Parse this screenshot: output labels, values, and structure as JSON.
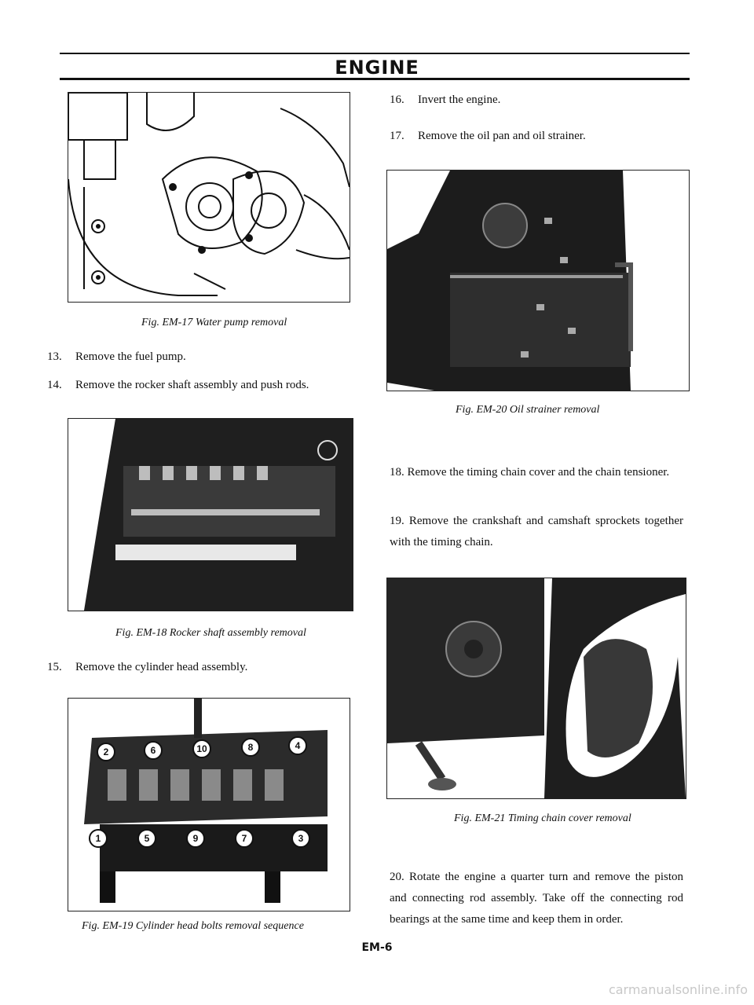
{
  "header": {
    "title": "ENGINE"
  },
  "figures": {
    "em17": {
      "caption": "Fig. EM-17 Water pump removal"
    },
    "em18": {
      "caption": "Fig. EM-18 Rocker shaft assembly removal"
    },
    "em19": {
      "caption": "Fig. EM-19 Cylinder head bolts removal sequence",
      "bolt_labels": [
        "2",
        "6",
        "10",
        "8",
        "4",
        "1",
        "5",
        "9",
        "7",
        "3"
      ]
    },
    "em20": {
      "caption": "Fig. EM-20 Oil strainer removal"
    },
    "em21": {
      "caption": "Fig. EM-21 Timing chain cover removal"
    }
  },
  "steps": {
    "s13": {
      "num": "13.",
      "text": "Remove the fuel pump."
    },
    "s14": {
      "num": "14.",
      "text": "Remove the rocker shaft assembly and push rods."
    },
    "s15": {
      "num": "15.",
      "text": "Remove the cylinder head assembly."
    },
    "s16": {
      "num": "16.",
      "text": "Invert the engine."
    },
    "s17": {
      "num": "17.",
      "text": "Remove the oil pan and oil strainer."
    },
    "s18": {
      "text": "18. Remove the timing chain cover and the chain tensioner."
    },
    "s19": {
      "text": "19. Remove the crankshaft and camshaft sprockets together with the timing chain."
    },
    "s20": {
      "text": "20. Rotate the engine a quarter turn and remove the piston and connecting rod assembly. Take off the connecting rod bearings at the same time and keep them in order."
    }
  },
  "footer": {
    "page": "EM-6",
    "watermark": "carmanualsonline.info"
  }
}
